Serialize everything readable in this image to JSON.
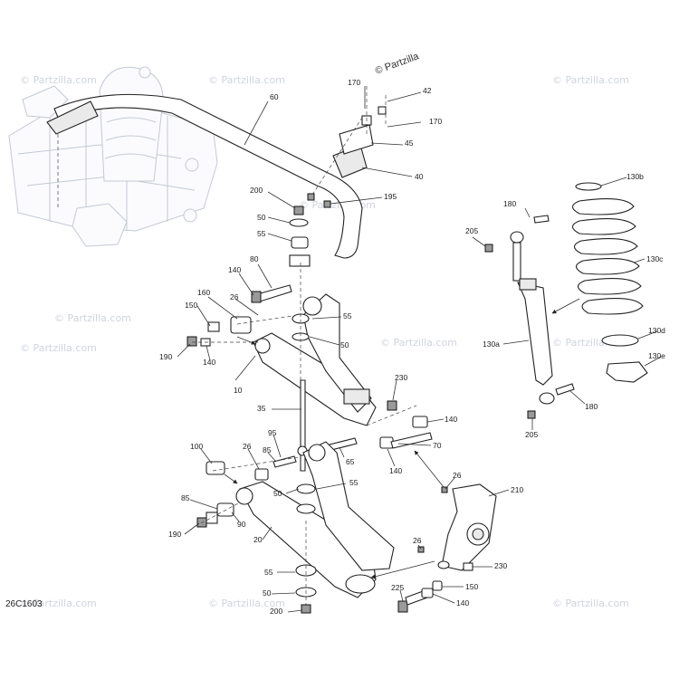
{
  "diagram": {
    "reference_code": "26C1603",
    "watermark_text": "© Partzilla.com",
    "logo_text": "© Partzilla",
    "callouts": [
      {
        "id": "c170a",
        "text": "170"
      },
      {
        "id": "c42",
        "text": "42"
      },
      {
        "id": "c170b",
        "text": "170"
      },
      {
        "id": "c45",
        "text": "45"
      },
      {
        "id": "c40",
        "text": "40"
      },
      {
        "id": "c60",
        "text": "60"
      },
      {
        "id": "c200a",
        "text": "200"
      },
      {
        "id": "c195",
        "text": "195"
      },
      {
        "id": "c50a",
        "text": "50"
      },
      {
        "id": "c55a",
        "text": "55"
      },
      {
        "id": "c80",
        "text": "80"
      },
      {
        "id": "c140a",
        "text": "140"
      },
      {
        "id": "c160",
        "text": "160"
      },
      {
        "id": "c26a",
        "text": "26"
      },
      {
        "id": "c150a",
        "text": "150"
      },
      {
        "id": "c190a",
        "text": "190"
      },
      {
        "id": "c140b",
        "text": "140"
      },
      {
        "id": "c55b",
        "text": "55"
      },
      {
        "id": "c50b",
        "text": "50"
      },
      {
        "id": "c10",
        "text": "10"
      },
      {
        "id": "c35",
        "text": "35"
      },
      {
        "id": "c230a",
        "text": "230"
      },
      {
        "id": "c140c",
        "text": "140"
      },
      {
        "id": "c70",
        "text": "70"
      },
      {
        "id": "c140d",
        "text": "140"
      },
      {
        "id": "c65",
        "text": "65"
      },
      {
        "id": "c95",
        "text": "95"
      },
      {
        "id": "c100",
        "text": "100"
      },
      {
        "id": "c26b",
        "text": "26"
      },
      {
        "id": "c85a",
        "text": "85"
      },
      {
        "id": "c55c",
        "text": "55"
      },
      {
        "id": "c50c",
        "text": "50"
      },
      {
        "id": "c85b",
        "text": "85"
      },
      {
        "id": "c190b",
        "text": "190"
      },
      {
        "id": "c90",
        "text": "90"
      },
      {
        "id": "c20",
        "text": "20"
      },
      {
        "id": "c26c",
        "text": "26"
      },
      {
        "id": "c210",
        "text": "210"
      },
      {
        "id": "c26d",
        "text": "26"
      },
      {
        "id": "c230b",
        "text": "230"
      },
      {
        "id": "c55d",
        "text": "55"
      },
      {
        "id": "c50d",
        "text": "50"
      },
      {
        "id": "c200b",
        "text": "200"
      },
      {
        "id": "c225",
        "text": "225"
      },
      {
        "id": "c150b",
        "text": "150"
      },
      {
        "id": "c140e",
        "text": "140"
      },
      {
        "id": "c180a",
        "text": "180"
      },
      {
        "id": "c205a",
        "text": "205"
      },
      {
        "id": "c130a",
        "text": "130a"
      },
      {
        "id": "c205b",
        "text": "205"
      },
      {
        "id": "c180b",
        "text": "180"
      },
      {
        "id": "c130b",
        "text": "130b"
      },
      {
        "id": "c130c",
        "text": "130c"
      },
      {
        "id": "c130d",
        "text": "130d"
      },
      {
        "id": "c130e",
        "text": "130e"
      }
    ]
  }
}
